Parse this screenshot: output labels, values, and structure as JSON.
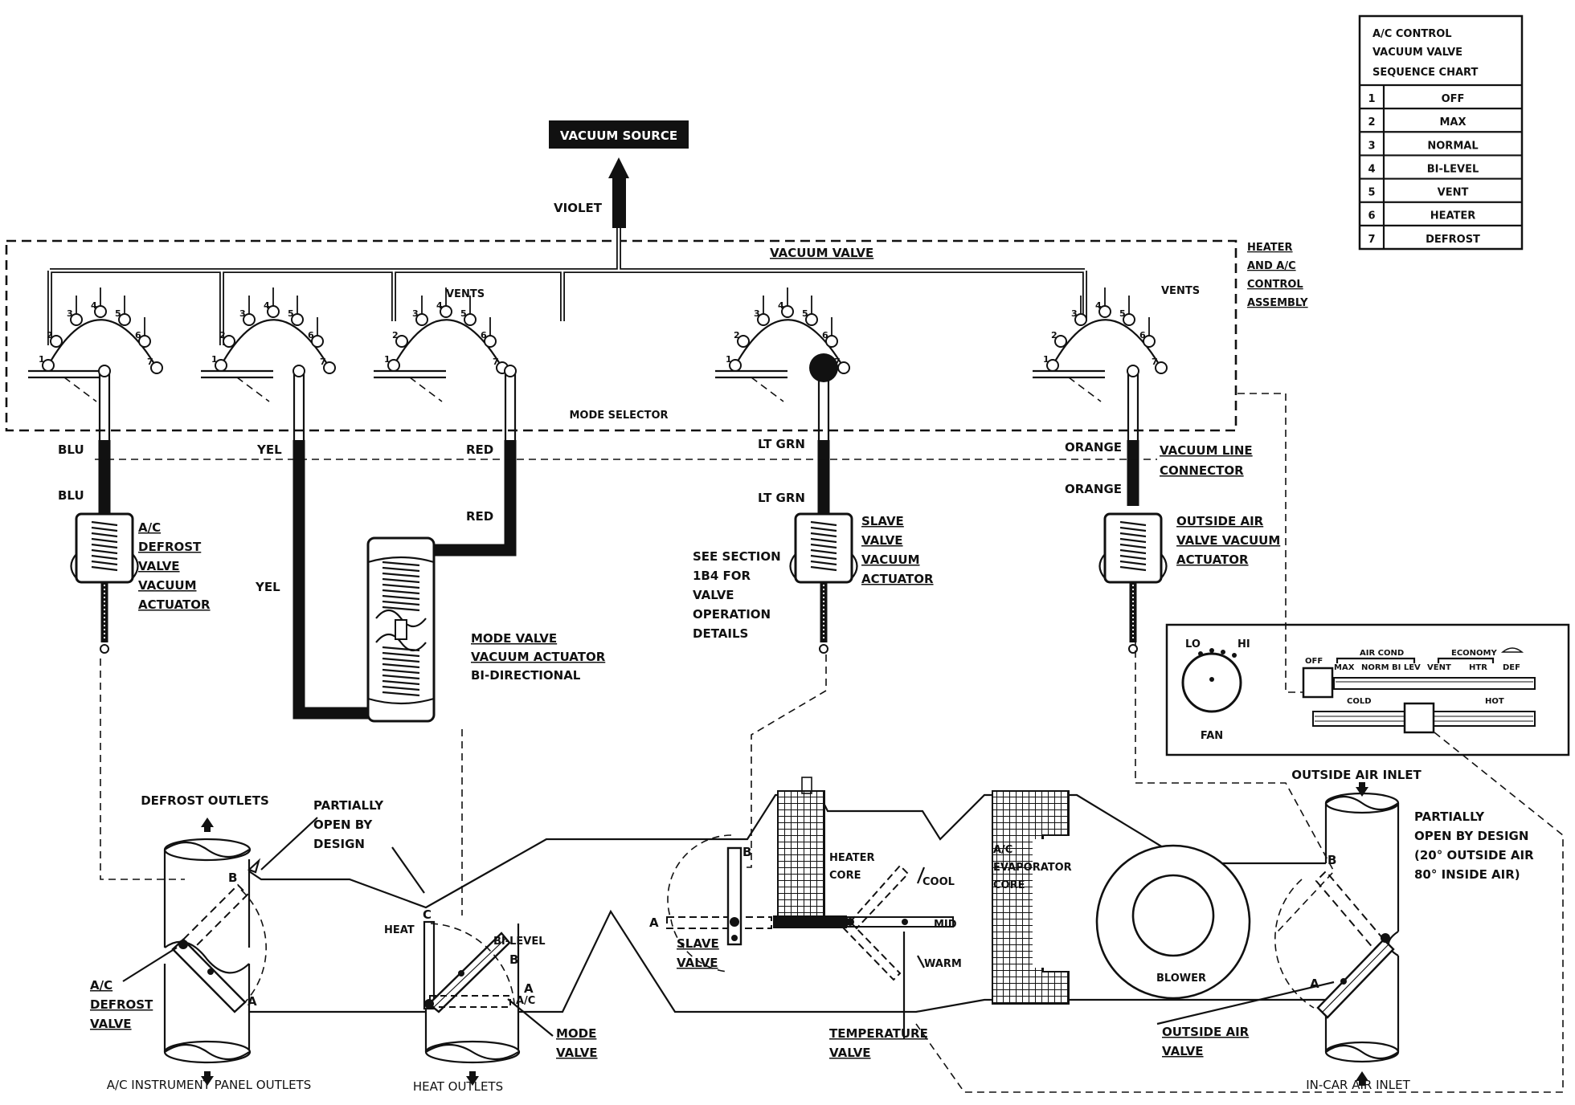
{
  "seq_chart": {
    "title": [
      "A/C CONTROL",
      "VACUUM VALVE",
      "SEQUENCE CHART"
    ],
    "rows": [
      {
        "num": "1",
        "mode": "OFF"
      },
      {
        "num": "2",
        "mode": "MAX"
      },
      {
        "num": "3",
        "mode": "NORMAL"
      },
      {
        "num": "4",
        "mode": "BI-LEVEL"
      },
      {
        "num": "5",
        "mode": "VENT"
      },
      {
        "num": "6",
        "mode": "HEATER"
      },
      {
        "num": "7",
        "mode": "DEFROST"
      }
    ]
  },
  "labels": {
    "vacuum_source": "VACUUM SOURCE",
    "violet": "VIOLET",
    "vacuum_valve": "VACUUM VALVE",
    "control_assembly": [
      "HEATER",
      "AND A/C",
      "CONTROL",
      "ASSEMBLY"
    ],
    "vents": "VENTS",
    "mode_selector": "MODE SELECTOR",
    "blu": "BLU",
    "yel": "YEL",
    "red": "RED",
    "lt_grn": "LT GRN",
    "orange": "ORANGE",
    "vacuum_line_connector": [
      "VACUUM LINE",
      "CONNECTOR"
    ],
    "defrost_actuator": [
      "A/C",
      "DEFROST",
      "VALVE",
      "VACUUM",
      "ACTUATOR"
    ],
    "mode_actuator": [
      "MODE  VALVE",
      "VACUUM  ACTUATOR"
    ],
    "bi_directional": "BI-DIRECTIONAL",
    "see_section": [
      "SEE SECTION",
      "1B4 FOR",
      "VALVE",
      "OPERATION",
      "DETAILS"
    ],
    "slave_actuator": [
      "SLAVE",
      "VALVE",
      "VACUUM",
      "ACTUATOR"
    ],
    "outside_air_actuator": [
      "OUTSIDE AIR",
      "VALVE VACUUM",
      "ACTUATOR"
    ],
    "defrost_outlets": "DEFROST OUTLETS",
    "partially_open_left": [
      "PARTIALLY",
      "OPEN BY",
      "DESIGN"
    ],
    "heat": "HEAT",
    "bi_level": "BI-LEVEL",
    "ac": "A/C",
    "heater_core": [
      "HEATER",
      "CORE"
    ],
    "cool": "COOL",
    "mid": "MID",
    "warm": "WARM",
    "evaporator_core": [
      "A/C",
      "EVAPORATOR",
      "CORE"
    ],
    "blower": "BLOWER",
    "outside_air_inlet": "OUTSIDE AIR  INLET",
    "partially_open_right": [
      "PARTIALLY",
      "OPEN BY DESIGN",
      "(20°  OUTSIDE AIR",
      "80°  INSIDE AIR)"
    ],
    "defrost_valve": [
      "A/C",
      "DEFROST",
      "VALVE"
    ],
    "mode_valve": [
      "MODE",
      "VALVE"
    ],
    "slave_valve": [
      "SLAVE",
      "VALVE"
    ],
    "temperature_valve": [
      "TEMPERATURE",
      "VALVE"
    ],
    "outside_air_valve": [
      "OUTSIDE AIR",
      "VALVE"
    ],
    "panel_outlets": "A/C INSTRUMENT PANEL OUTLETS",
    "heat_outlets": "HEAT OUTLETS",
    "in_car_inlet": "IN-CAR AIR INLET",
    "door_a": "A",
    "door_b": "B",
    "door_c": "C"
  },
  "control_panel": {
    "lo": "LO",
    "hi": "HI",
    "fan": "FAN",
    "off": "OFF",
    "air_cond": "AIR COND",
    "economy": "ECONOMY",
    "max": "MAX",
    "norm": "NORM",
    "bi_lev": "BI LEV",
    "vent": "VENT",
    "htr": "HTR",
    "def": "DEF",
    "cold": "COLD",
    "hot": "HOT"
  },
  "port_numbers": [
    "1",
    "2",
    "3",
    "4",
    "5",
    "6",
    "7"
  ]
}
